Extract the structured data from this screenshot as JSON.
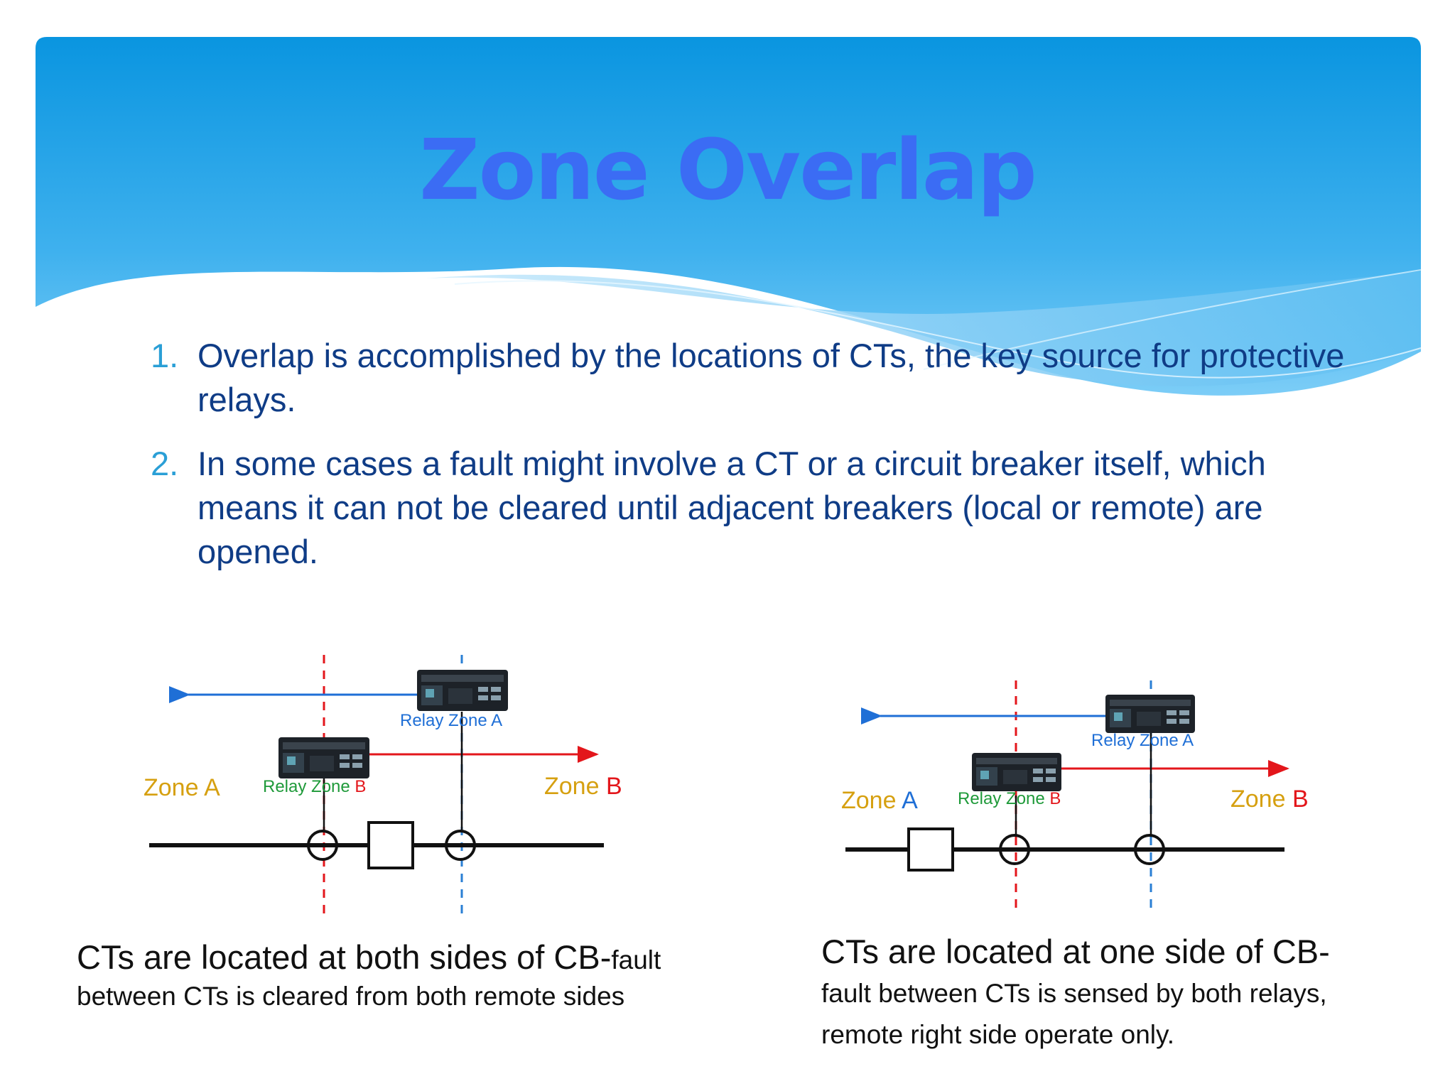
{
  "slide": {
    "title": "Zone Overlap",
    "bullets": [
      {
        "num": "1.",
        "text": "Overlap is accomplished by the locations of CTs, the key source for protective relays."
      },
      {
        "num": "2.",
        "text": "In some cases a fault might involve a CT or a circuit breaker itself, which means it can not be cleared until adjacent breakers (local or remote) are opened."
      }
    ],
    "colors": {
      "banner_top": "#0a95e0",
      "banner_bottom": "#6cc7f5",
      "title": "#3b6cf4",
      "bullet_text": "#0f3c86",
      "bullet_number": "#2a9fd6",
      "zone_a_arrow": "#1f6fd6",
      "zone_b_arrow": "#e3161b",
      "zone_a_line": "#e3161b",
      "zone_b_line": "#2a7fd4",
      "zone_word": "#d6a010",
      "relay_a_label": "#1f6fd6",
      "relay_b_label_green": "#1f9a3a",
      "relay_b_label_red": "#e3161b"
    }
  },
  "diagram_left": {
    "zone_a": {
      "word": "Zone",
      "letter": "A"
    },
    "zone_b": {
      "word": "Zone",
      "letter": "B"
    },
    "relay_a": {
      "label": "Relay Zone A",
      "icon": "relay-icon"
    },
    "relay_b": {
      "label_main": "Relay Zone ",
      "label_letter": "B",
      "icon": "relay-icon"
    },
    "caption": {
      "main": "CTs are located at both sides of CB-",
      "small": "fault",
      "line2": "between CTs is cleared from both remote sides"
    }
  },
  "diagram_right": {
    "zone_a": {
      "word": "Zone",
      "letter": "A"
    },
    "zone_b": {
      "word": "Zone",
      "letter": "B"
    },
    "relay_a": {
      "label": "Relay Zone A",
      "icon": "relay-icon"
    },
    "relay_b": {
      "label_main": "Relay Zone ",
      "label_letter": "B",
      "icon": "relay-icon"
    },
    "caption": {
      "main": "CTs are located at one side of CB-",
      "line2": "fault between CTs is sensed by both relays,",
      "line3": "remote right side operate only."
    }
  }
}
